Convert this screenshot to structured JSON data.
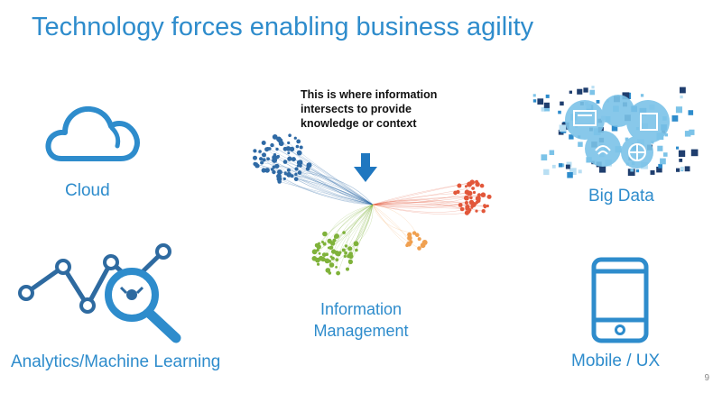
{
  "slide": {
    "title": "Technology forces enabling business agility",
    "page_number": "9"
  },
  "callout": {
    "lines": [
      "This is where information",
      "intersects to provide",
      "knowledge or context"
    ]
  },
  "items": {
    "cloud": "Cloud",
    "analytics": "Analytics/Machine Learning",
    "info_management": [
      "Information",
      "Management"
    ],
    "big_data": "Big Data",
    "mobile": "Mobile / UX"
  },
  "colors": {
    "accent": "#2e8ccc",
    "network_blue": "#2f6aa5",
    "network_green": "#7fb23a",
    "network_red": "#e2573a",
    "network_orange": "#f0a050"
  }
}
